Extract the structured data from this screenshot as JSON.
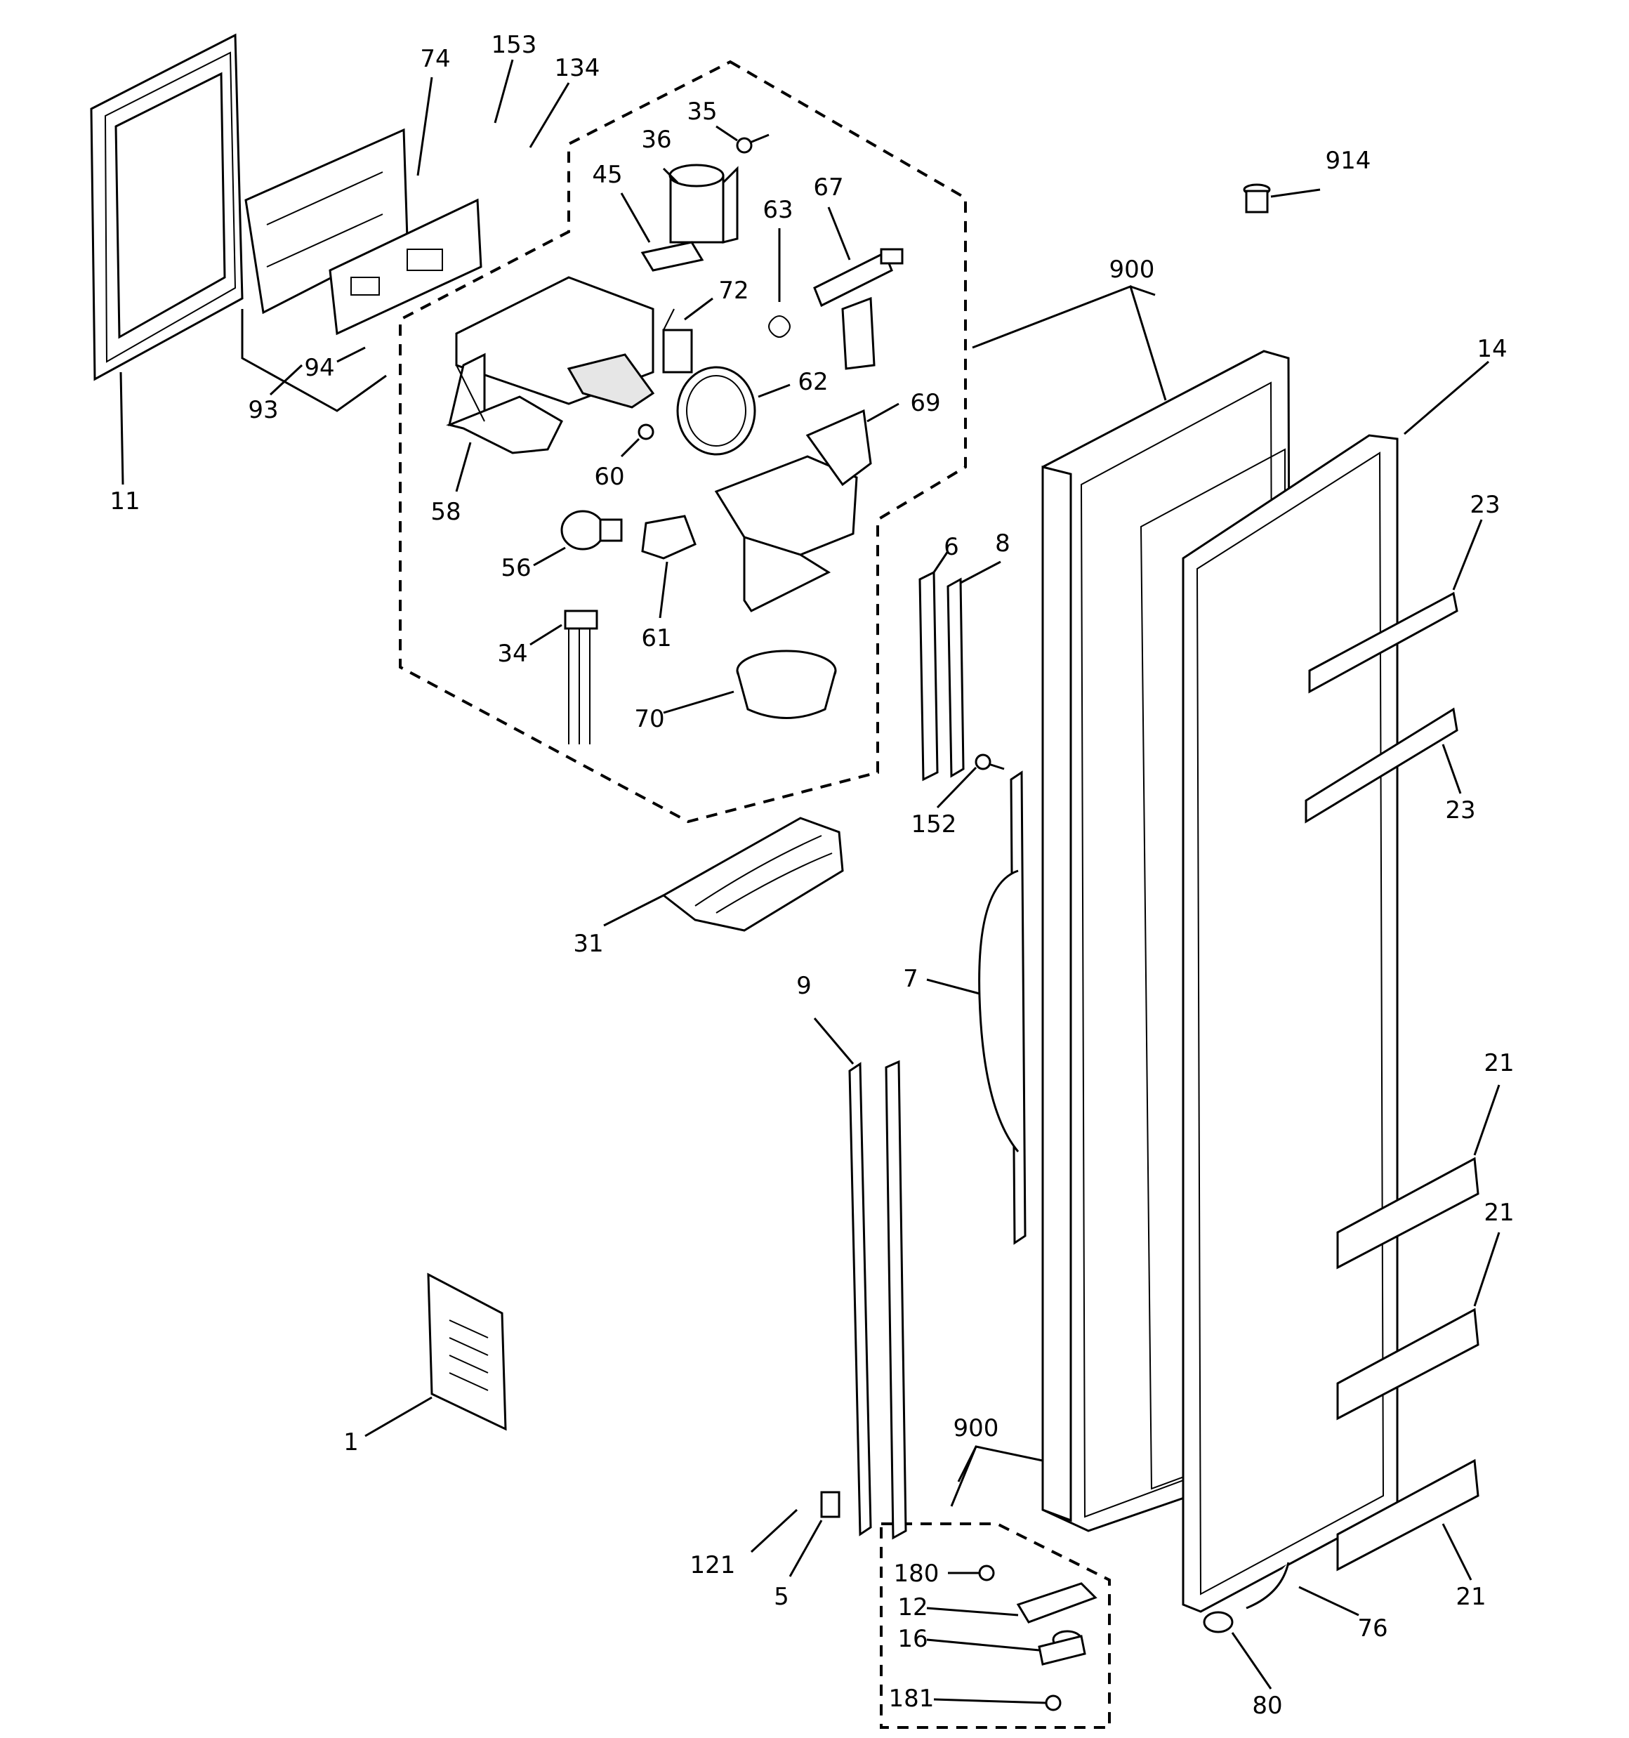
{
  "labels": {
    "l11": "11",
    "l93": "93",
    "l94": "94",
    "l74": "74",
    "l153": "153",
    "l134": "134",
    "l35": "35",
    "l36": "36",
    "l45": "45",
    "l63": "63",
    "l67": "67",
    "l72": "72",
    "l62": "62",
    "l69": "69",
    "l60": "60",
    "l58": "58",
    "l56": "56",
    "l61": "61",
    "l34": "34",
    "l70": "70",
    "l31": "31",
    "l914": "914",
    "l900a": "900",
    "l14": "14",
    "l23a": "23",
    "l23b": "23",
    "l6": "6",
    "l8": "8",
    "l152": "152",
    "l7": "7",
    "l9": "9",
    "l21a": "21",
    "l21b": "21",
    "l21c": "21",
    "l1": "1",
    "l121": "121",
    "l5": "5",
    "l900b": "900",
    "l180": "180",
    "l12": "12",
    "l16": "16",
    "l181": "181",
    "l76": "76",
    "l80": "80"
  }
}
